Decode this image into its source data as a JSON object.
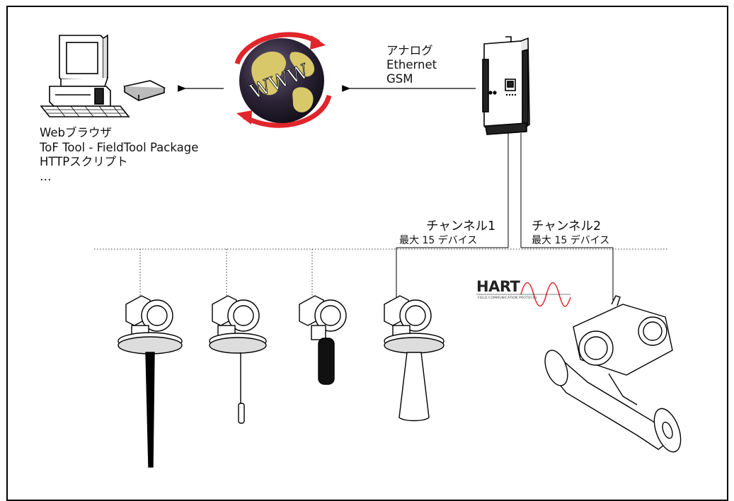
{
  "pc": {
    "lines": [
      "Webブラウザ",
      "ToF Tool - FieldTool Package",
      "HTTPスクリプト",
      "…"
    ]
  },
  "connection": {
    "lines": [
      "アナログ",
      "Ethernet",
      "GSM"
    ]
  },
  "channel1": {
    "title": "チャンネル1",
    "subtitle": "最大 15 デバイス"
  },
  "channel2": {
    "title": "チャンネル2",
    "subtitle": "最大 15 デバイス"
  },
  "hart": {
    "logo": "HART",
    "tagline": "FIELD COMMUNICATION PROTOCOL"
  },
  "globe": {
    "text": "WWW"
  },
  "colors": {
    "arrow_red": "#e0252b",
    "globe_dark": "#2a2233",
    "land": "#d8c86a"
  }
}
